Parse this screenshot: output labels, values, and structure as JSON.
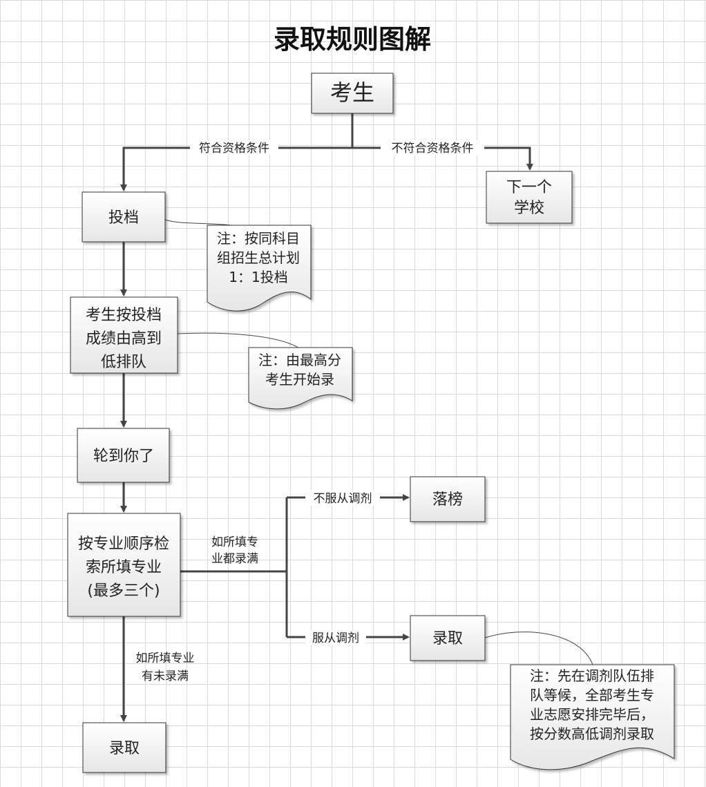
{
  "title": "录取规则图解",
  "nodes": {
    "student": "考生",
    "next_school": [
      "下一个",
      "学校"
    ],
    "submit": "投档",
    "rank": [
      "考生按投档",
      "成绩由高到",
      "低排队"
    ],
    "your_turn": "轮到你了",
    "search": [
      "按专业顺序检",
      "索所填专业",
      "(最多三个)"
    ],
    "fail": "落榜",
    "admit_right": "录取",
    "admit_bottom": "录取"
  },
  "notes": {
    "note1": [
      "注：按同科目",
      "组招生总计划",
      "1：1投档"
    ],
    "note2": [
      "注：由最高分",
      "考生开始录"
    ],
    "note3": [
      "注：先在调剂队伍排",
      "队等候，全部考生专",
      "业志愿安排完毕后，",
      "按分数高低调剂录取"
    ]
  },
  "edges": {
    "qualified": "符合资格条件",
    "not_qualified": "不符合资格条件",
    "all_full": [
      "如所填专",
      "业都录满"
    ],
    "not_full": [
      "如所填专业",
      "有未录满"
    ],
    "refuse_adjust": "不服从调剂",
    "accept_adjust": "服从调剂"
  }
}
